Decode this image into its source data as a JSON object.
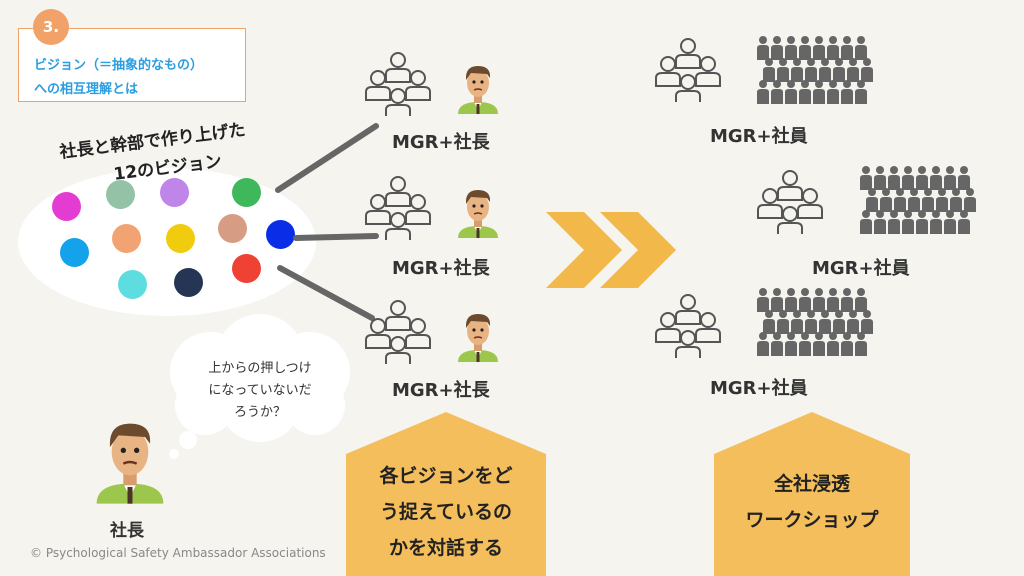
{
  "step": "3.",
  "topic": {
    "line1": "ビジョン（＝抽象的なもの）",
    "line2": "への相互理解とは"
  },
  "visions": {
    "title_line1": "社長と幹部で作り上げた",
    "title_line2": "12のビジョン",
    "colors": [
      "#e43bd3",
      "#93c2a6",
      "#bf85e8",
      "#3fb85c",
      "#14a2ea",
      "#f2a373",
      "#f1cb0d",
      "#d79c84",
      "#0a2ee8",
      "#5edde1",
      "#253553",
      "#ef4134"
    ]
  },
  "mgr_groups": {
    "label": "MGR+社長"
  },
  "company_groups": {
    "label": "MGR+社員"
  },
  "thought": {
    "line1": "上からの押しつけ",
    "line2": "になっていないだ",
    "line3": "ろうか？"
  },
  "president_label": "社長",
  "dialogue": {
    "line1": "各ビジョンをど",
    "line2": "う捉えているの",
    "line3": "かを対話する"
  },
  "workshop": {
    "line1": "全社浸透",
    "line2": "ワークショップ"
  },
  "copyright": "© Psychological Safety Ambassador Associations",
  "colors": {
    "accent_orange": "#f0a268",
    "house_yellow": "#f4be5c",
    "chevron": "#f3b84a",
    "topic_blue": "#2b9de0"
  }
}
